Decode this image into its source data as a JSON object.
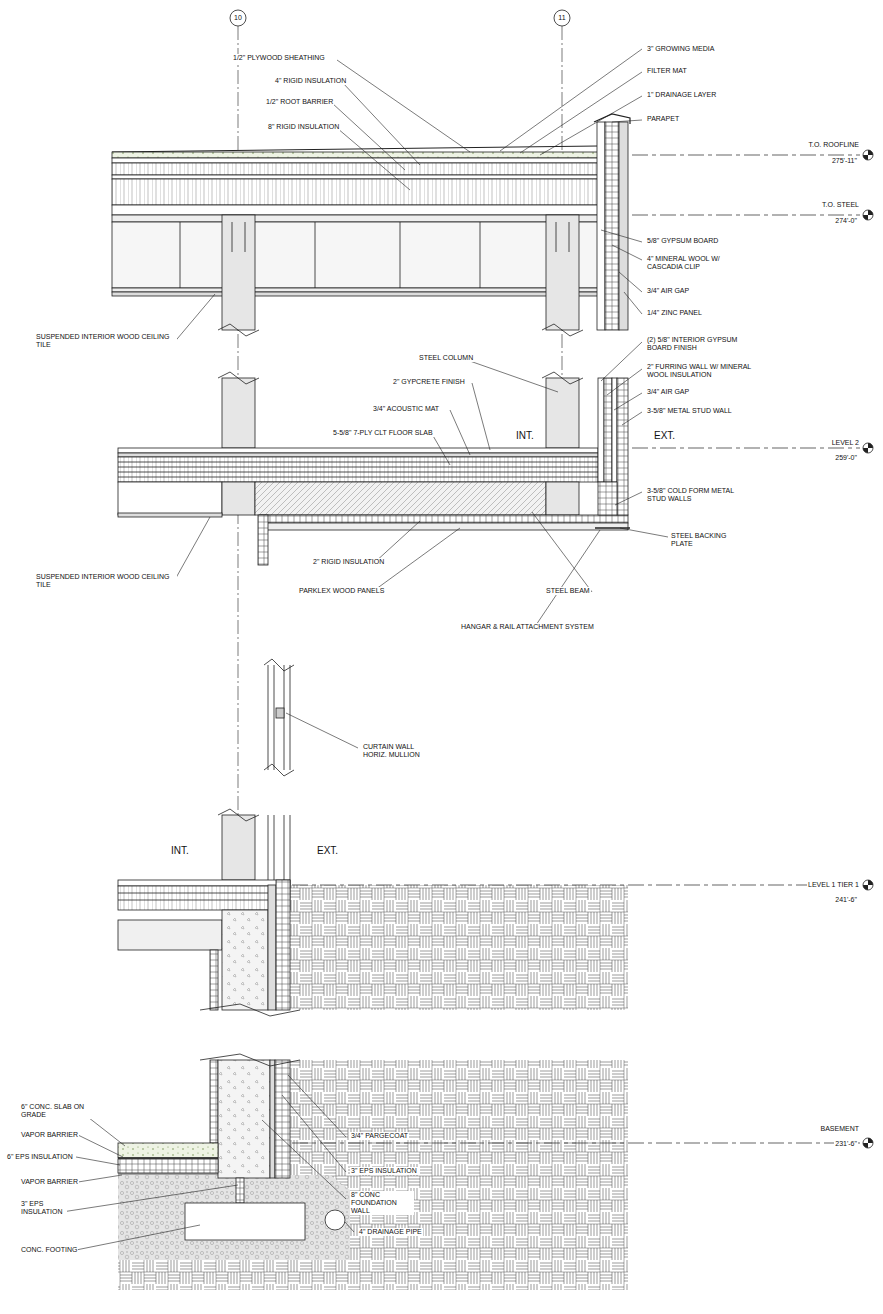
{
  "diagram": {
    "labels": [
      "10",
      "11",
      "1/2\" PLYWOOD SHEATHING",
      "3\" GROWING MEDIA",
      "4\" RIGID INSULATION",
      "FILTER MAT",
      "1/2\" ROOT BARRIER",
      "1\" DRAINAGE LAYER",
      "PARAPET",
      "8\" RIGID INSULATION",
      "T.O. ROOFLINE",
      "275'-11\"",
      "T.O. STEEL",
      "274'-0\"",
      "5/8\" GYPSUM BOARD",
      "4\" MINERAL WOOL W/ CASCADIA CLIP",
      "3/4\" AIR GAP",
      "1/4\" ZINC PANEL",
      "SUSPENDED INTERIOR WOOD CEILING TILE",
      "STEEL COLUMN",
      "(2) 5/8\" INTERIOR GYPSUM BOARD FINISH",
      "2\" GYPCRETE FINISH",
      "2\" FURRING WALL W/ MINERAL WOOL INSULATION",
      "3/4\" AIR GAP",
      "3/4\" ACOUSTIC MAT",
      "3-5/8\" METAL STUD WALL",
      "5-5/8\" 7-PLY CLT FLOOR SLAB",
      "INT.",
      "EXT.",
      "LEVEL 2",
      "259'-0\"",
      "3-5/8\" COLD FORM METAL STUD WALLS",
      "STEEL BACKING PLATE",
      "SUSPENDED INTERIOR WOOD CEILING TILE",
      "2\" RIGID INSULATION",
      "PARKLEX WOOD PANELS",
      "STEEL BEAM",
      "HANGAR & RAIL ATTACHMENT SYSTEM",
      "CURTAIN WALL HORIZ. MULLION",
      "INT.",
      "EXT.",
      "LEVEL 1 TIER 1",
      "241'-6\"",
      "6\" CONC. SLAB ON GRADE",
      "VAPOR BARRIER",
      "6\" EPS INSULATION",
      "VAPOR BARRIER",
      "3\" EPS INSULATION",
      "CONC. FOOTING",
      "3/4\" PARGECOAT",
      "3\" EPS INSULATION",
      "8\" CONC FOUNDATION WALL",
      "4\" DRAINAGE PIPE",
      "BASEMENT",
      "231'-6\""
    ]
  }
}
